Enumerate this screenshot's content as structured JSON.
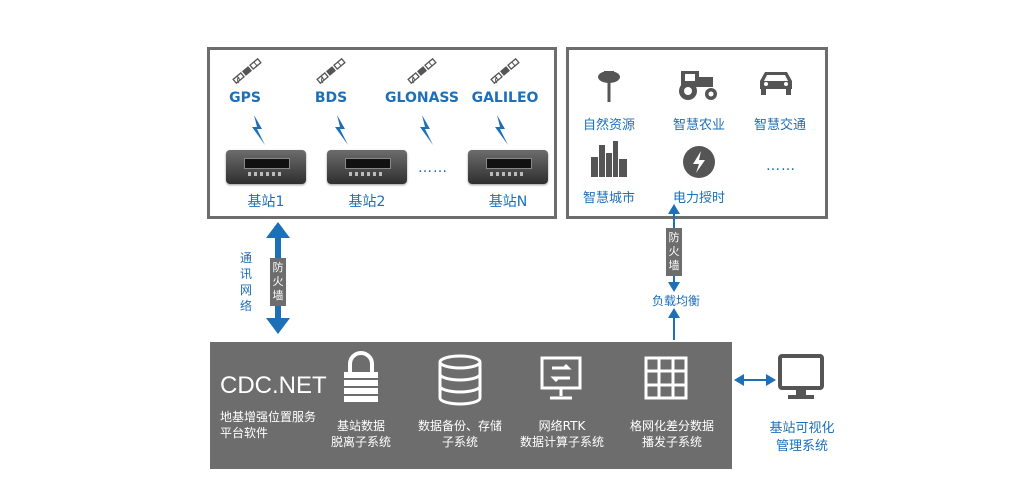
{
  "satellites": [
    {
      "name": "GPS",
      "icon": "satellite-icon"
    },
    {
      "name": "BDS",
      "icon": "satellite-icon"
    },
    {
      "name": "GLONASS",
      "icon": "satellite-icon"
    },
    {
      "name": "GALILEO",
      "icon": "satellite-icon"
    }
  ],
  "stations": [
    "基站1",
    "基站2",
    "基站N"
  ],
  "ellipsis": "……",
  "applications": [
    {
      "label": "自然资源",
      "icon": "gnss-antenna-icon"
    },
    {
      "label": "智慧农业",
      "icon": "tractor-icon"
    },
    {
      "label": "智慧交通",
      "icon": "car-icon"
    },
    {
      "label": "智慧城市",
      "icon": "city-skyline-icon"
    },
    {
      "label": "电力授时",
      "icon": "lightning-icon"
    }
  ],
  "left_link": {
    "network_label": "通讯网络",
    "firewall": "防火墙"
  },
  "right_link": {
    "firewall": "防火墙",
    "load_balance": "负载均衡"
  },
  "platform": {
    "title": "CDC.NET",
    "subtitle_line1": "地基增强位置服务",
    "subtitle_line2": "平台软件",
    "subsystems": [
      {
        "line1": "基站数据",
        "line2": "脱离子系统",
        "icon": "lock-icon"
      },
      {
        "line1": "数据备份、存储",
        "line2": "子系统",
        "icon": "database-icon"
      },
      {
        "line1": "网络RTK",
        "line2": "数据计算子系统",
        "icon": "monitor-sync-icon"
      },
      {
        "line1": "格网化差分数据",
        "line2": "播发子系统",
        "icon": "grid-icon"
      }
    ]
  },
  "visual_mgmt": {
    "line1": "基站可视化",
    "line2": "管理系统",
    "icon": "monitor-icon"
  },
  "colors": {
    "blue": "#1d6fb8",
    "gray": "#6d6d6d"
  }
}
